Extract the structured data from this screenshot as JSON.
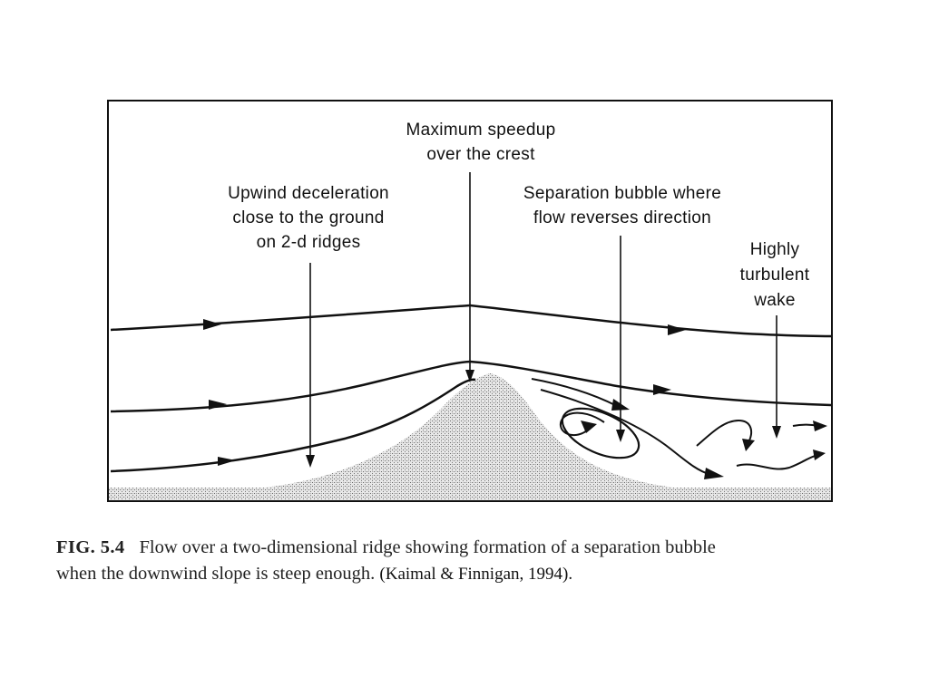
{
  "diagram": {
    "labels": {
      "max_speedup": [
        "Maximum speedup",
        "over the crest"
      ],
      "upwind_decel": [
        "Upwind deceleration",
        "close to the ground",
        "on 2-d ridges"
      ],
      "separation": [
        "Separation bubble where",
        "flow reverses direction"
      ],
      "wake": [
        "Highly",
        "turbulent",
        "wake"
      ]
    }
  },
  "caption": {
    "fig_label": "FIG. 5.4",
    "text_line1": "Flow over a two-dimensional ridge showing formation of a separation bubble",
    "text_line2": "when the downwind slope is steep enough.",
    "citation": "(Kaimal & Finnigan, 1994)."
  }
}
